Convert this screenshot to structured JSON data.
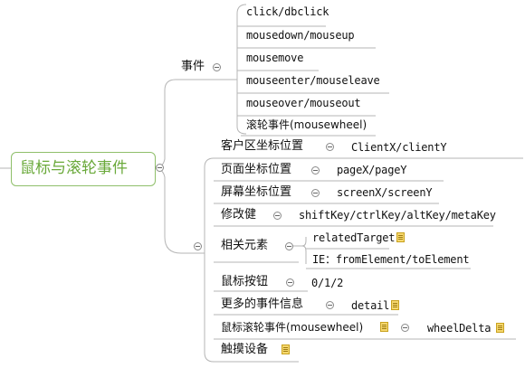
{
  "root": {
    "label": "鼠标与滚轮事件"
  },
  "branch_events": {
    "label": "事件",
    "items": [
      "click/dbclick",
      "mousedown/mouseup",
      "mousemove",
      "mouseenter/mouseleave",
      "mouseover/mouseout",
      "滚轮事件(mousewheel)"
    ]
  },
  "branch_props": {
    "items": [
      {
        "label": "客户区坐标位置",
        "value": "ClientX/clientY"
      },
      {
        "label": "页面坐标位置",
        "value": "pageX/pageY"
      },
      {
        "label": "屏幕坐标位置",
        "value": "screenX/screenY"
      },
      {
        "label": "修改健",
        "value": "shiftKey/ctrlKey/altKey/metaKey"
      },
      {
        "label": "相关元素",
        "values": [
          "relatedTarget",
          "IE：fromElement/toElement"
        ]
      },
      {
        "label": "鼠标按钮",
        "value": "0/1/2"
      },
      {
        "label": "更多的事件信息",
        "value": "detail"
      },
      {
        "label": "鼠标滚轮事件(mousewheel)",
        "value": "wheelDelta"
      },
      {
        "label": "触摸设备"
      }
    ]
  },
  "colors": {
    "root_border": "#8fbf6a",
    "root_text": "#6aa93a",
    "line": "#b5b5b5",
    "note": "#f5d76e"
  }
}
